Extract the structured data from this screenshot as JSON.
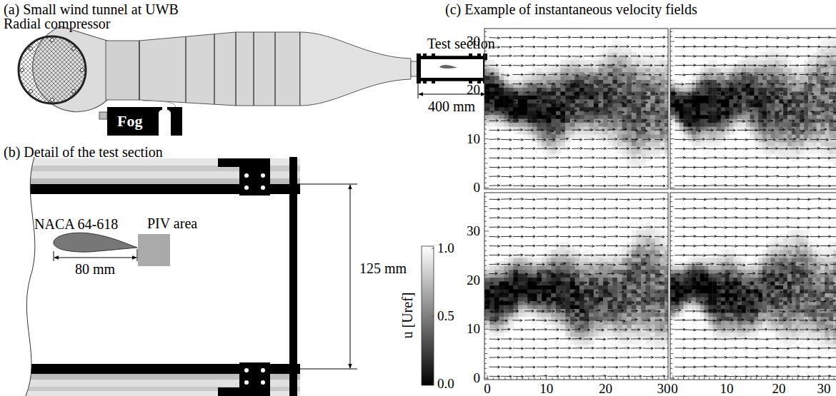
{
  "diagram": {
    "nodes": [
      {
        "text": [
          "Fog"
        ]
      }
    ],
    "labels": [
      "(a) Small wind tunnel at UWB",
      "Radial compressor",
      "Test section",
      "400 mm",
      "(b) Detail of the test section",
      "NACA 64-618",
      "PIV area",
      "80 mm",
      "125 mm",
      "1.0",
      "0.5",
      "0.0",
      "u [Uref]",
      "(c) Example of instantaneous velocity fields",
      "30",
      "20",
      "10",
      "0",
      "30",
      "20",
      "10",
      "0",
      "0",
      "10",
      "20",
      "30",
      "0",
      "10",
      "20",
      "30"
    ]
  }
}
